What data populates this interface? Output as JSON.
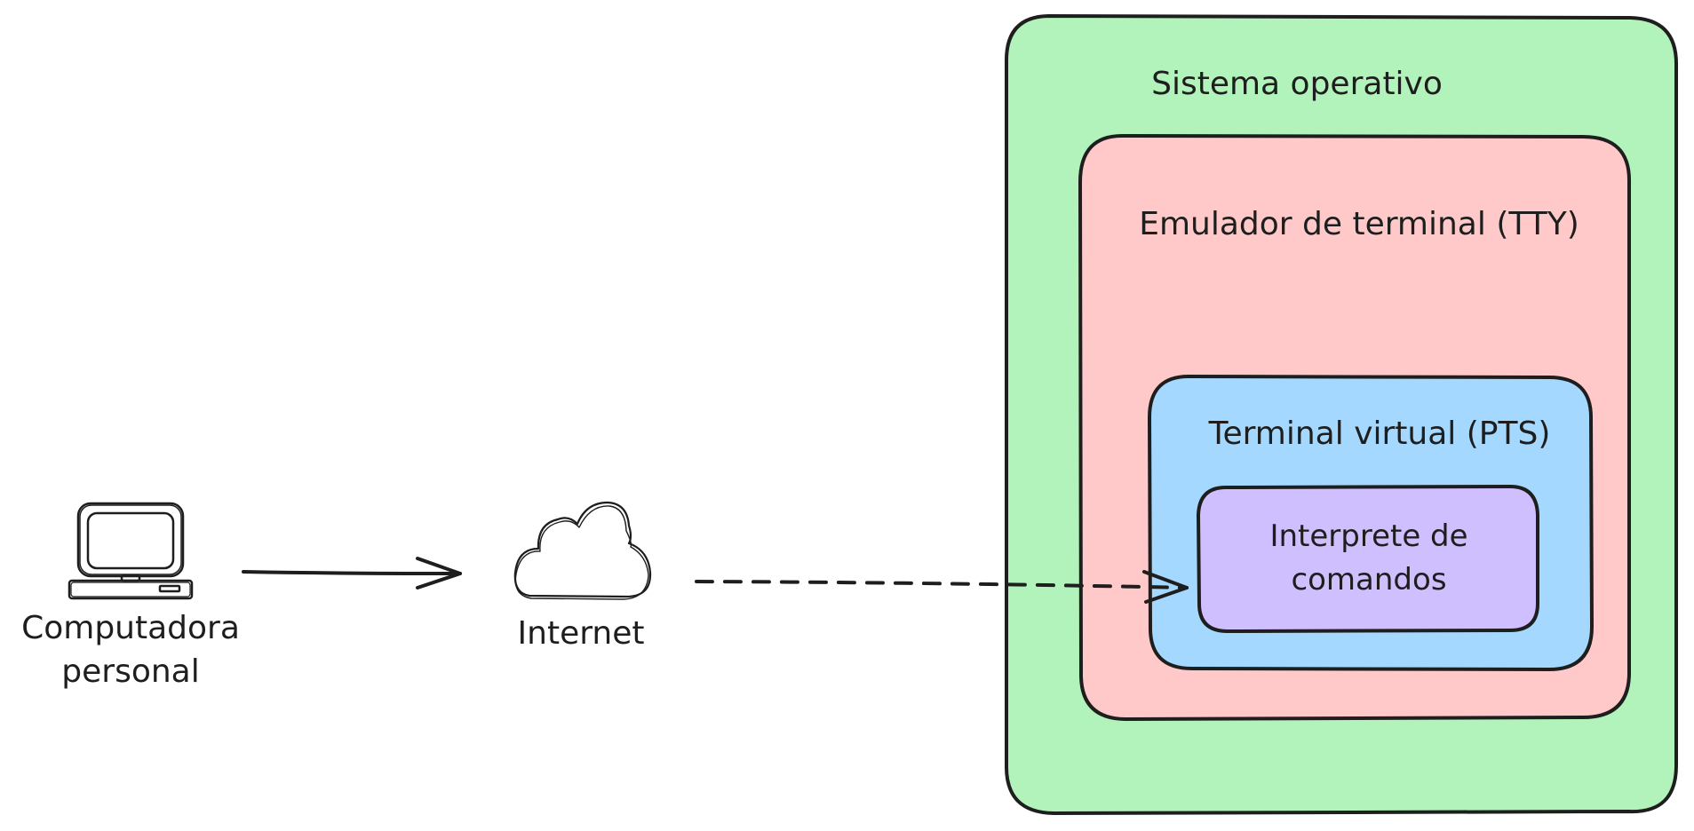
{
  "colors": {
    "stroke": "#1e1e1e",
    "os_fill": "#b2f2bb",
    "emulator_fill": "#ffc9c9",
    "virtual_fill": "#a5d8ff",
    "interpreter_fill": "#d0bfff"
  },
  "icons": {
    "computer": "computer-icon",
    "cloud": "cloud-icon"
  },
  "nodes": {
    "computer": {
      "label_line1": "Computadora",
      "label_line2": "personal"
    },
    "internet": {
      "label": "Internet"
    },
    "os": {
      "label": "Sistema operativo"
    },
    "emulator": {
      "label": "Emulador de terminal (TTY)"
    },
    "virtual": {
      "label": "Terminal virtual (PTS)"
    },
    "interpreter": {
      "label_line1": "Interprete de",
      "label_line2": "comandos"
    }
  },
  "connections": [
    {
      "from": "computer",
      "to": "internet",
      "style": "solid"
    },
    {
      "from": "internet",
      "to": "interpreter",
      "style": "dashed"
    }
  ]
}
